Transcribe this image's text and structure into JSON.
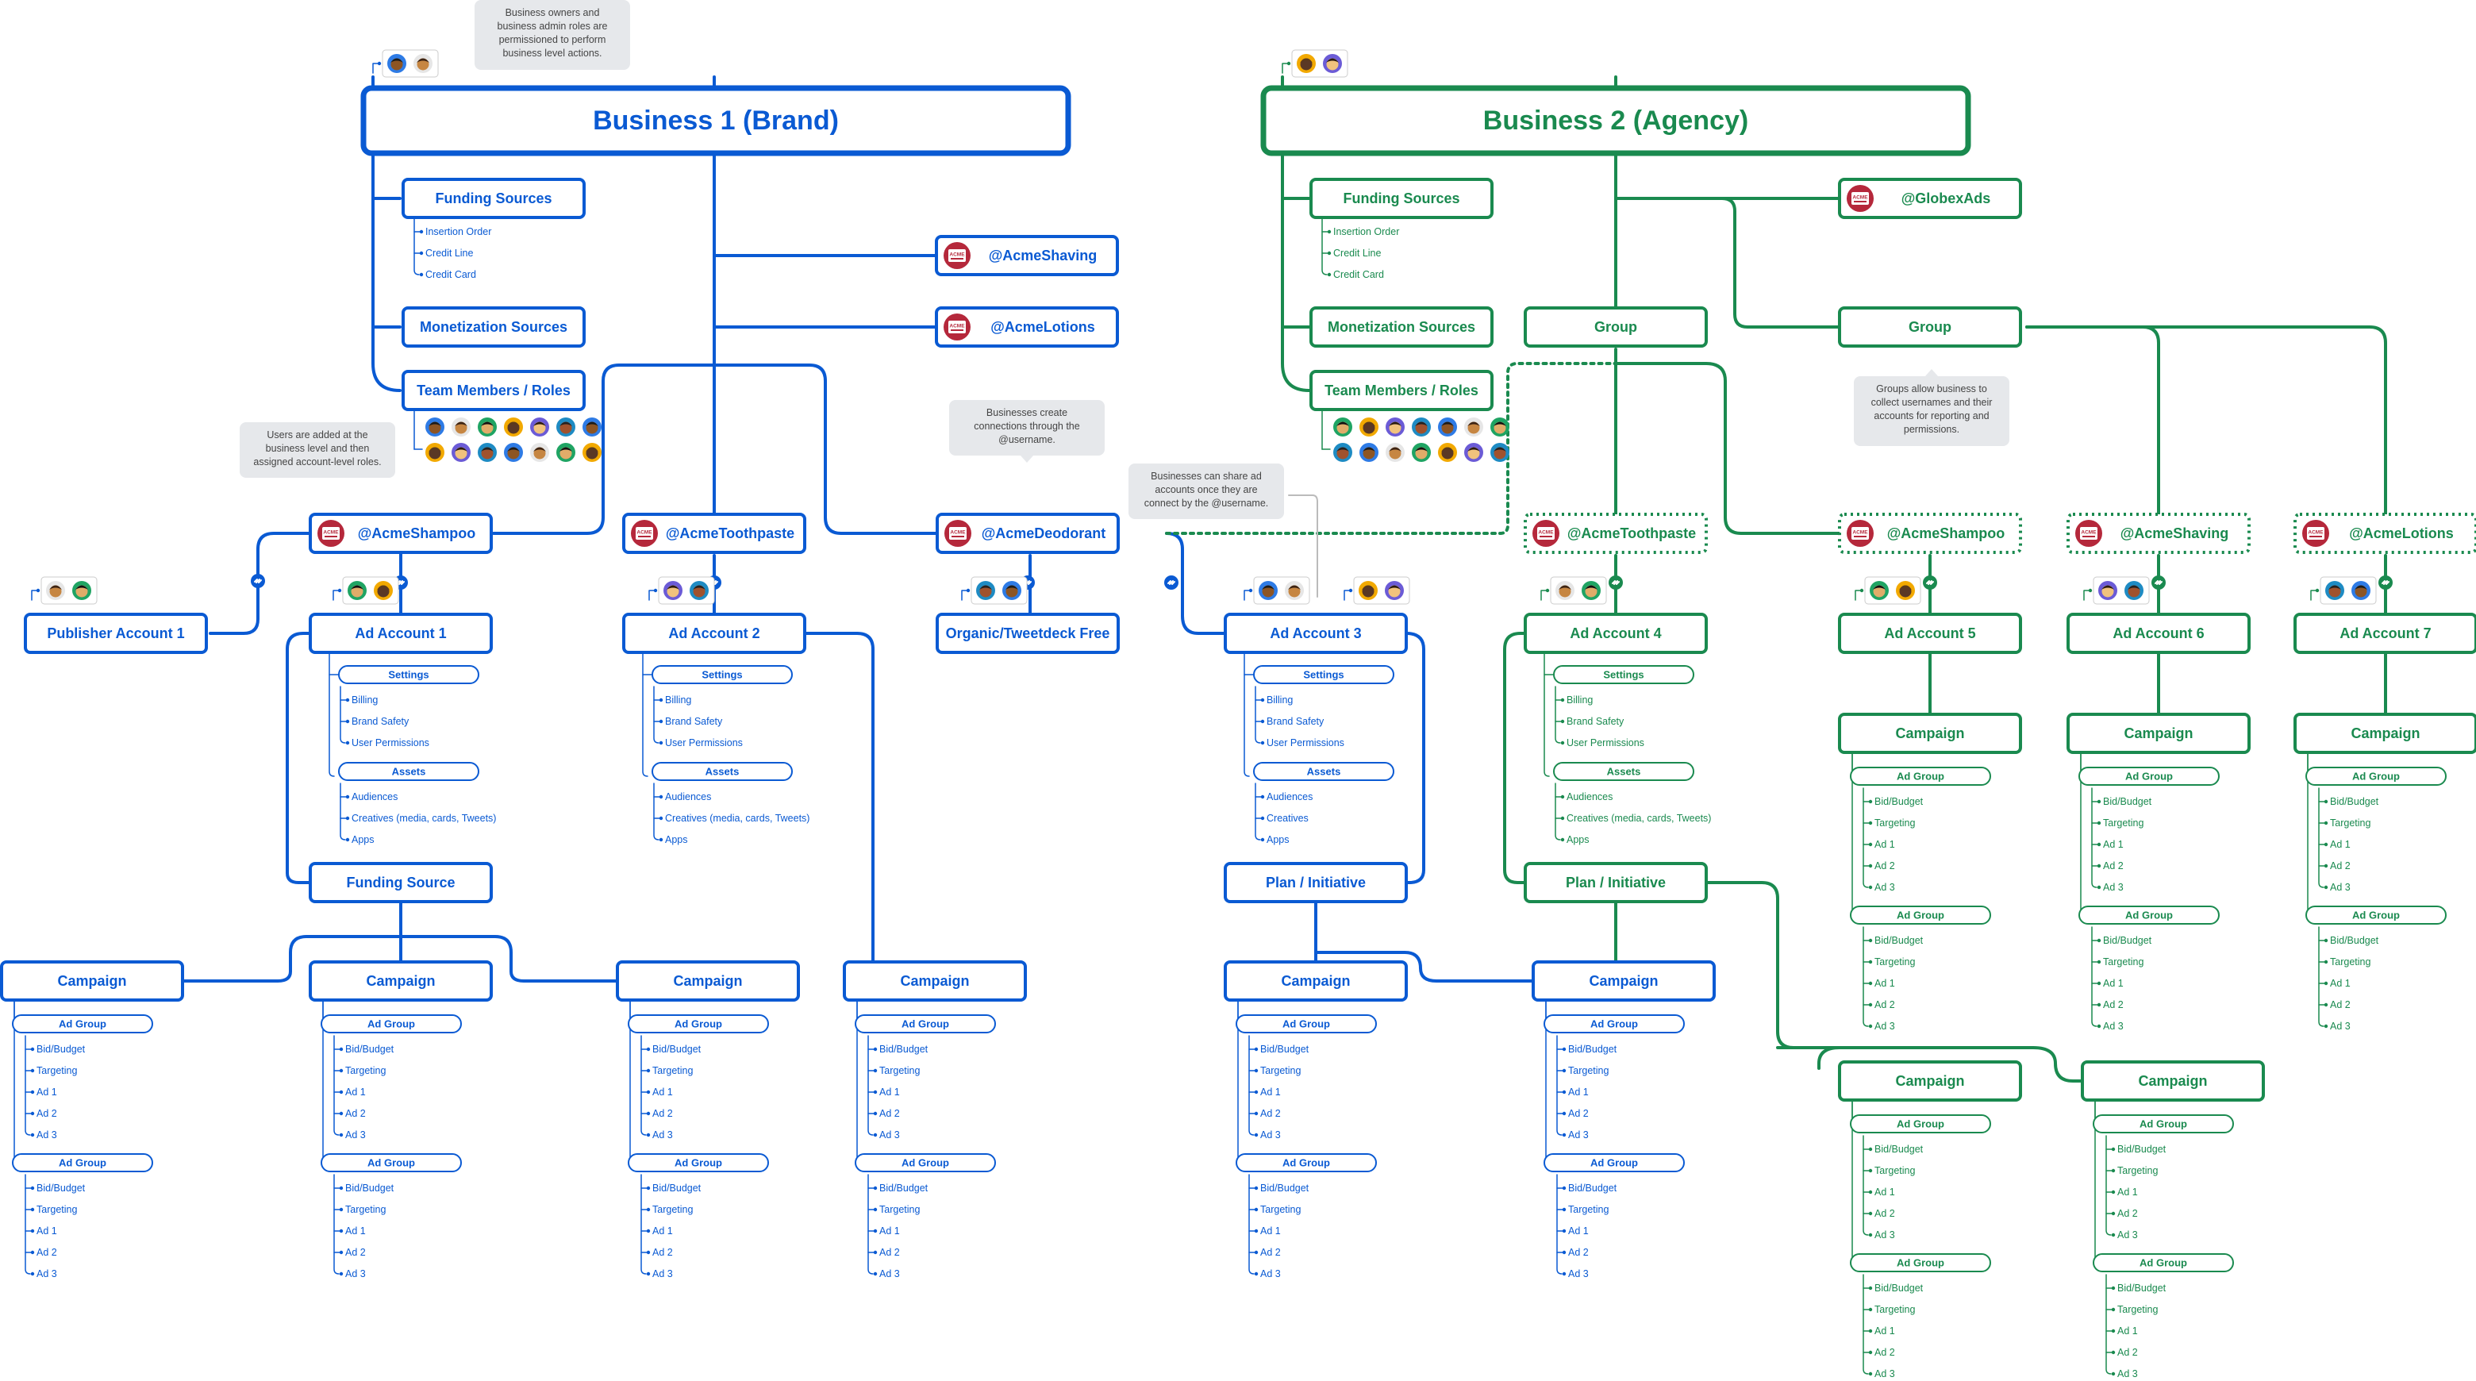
{
  "colors": {
    "blue": "#0a5ad3",
    "green": "#1a8a4f",
    "acme_red": "#b5283b",
    "note_bg": "#e6e8eb"
  },
  "businesses": {
    "b1": {
      "title": "Business 1 (Brand)"
    },
    "b2": {
      "title": "Business 2 (Agency)"
    }
  },
  "sources": {
    "funding": "Funding Sources",
    "funding_items": [
      "Insertion Order",
      "Credit Line",
      "Credit Card"
    ],
    "monetization": "Monetization Sources",
    "team": "Team Members / Roles"
  },
  "handles": {
    "shaving": "@AcmeShaving",
    "lotions": "@AcmeLotions",
    "shampoo": "@AcmeShampoo",
    "toothpaste": "@AcmeToothpaste",
    "deodorant": "@AcmeDeodorant",
    "globex": "@GlobexAds"
  },
  "accounts": {
    "publisher1": "Publisher Account 1",
    "ad1": "Ad Account 1",
    "ad2": "Ad Account 2",
    "organic": "Organic/Tweetdeck Free",
    "ad3": "Ad Account 3",
    "ad4": "Ad Account 4",
    "ad5": "Ad Account 5",
    "ad6": "Ad Account 6",
    "ad7": "Ad Account 7"
  },
  "labels": {
    "group": "Group",
    "settings": "Settings",
    "settings_items": [
      "Billing",
      "Brand Safety",
      "User Permissions"
    ],
    "assets": "Assets",
    "assets_items_full": [
      "Audiences",
      "Creatives (media, cards, Tweets)",
      "Apps"
    ],
    "assets_items_short": [
      "Audiences",
      "Creatives",
      "Apps"
    ],
    "funding_source": "Funding Source",
    "plan": "Plan / Initiative",
    "campaign": "Campaign",
    "ad_group": "Ad Group",
    "ad_group_items": [
      "Bid/Budget",
      "Targeting",
      "Ad 1",
      "Ad 2",
      "Ad 3"
    ],
    "acme_logo": "ACME"
  },
  "notes": {
    "owners": "Business owners and\nbusiness admin roles are\npermissioned to perform\nbusiness level actions.",
    "users": "Users are added at the\nbusiness level and then\nassigned account-level roles.",
    "connections": "Businesses create\nconnections through the\n@username.",
    "share": "Businesses can share ad\naccounts once they are\nconnect by the @username.",
    "groups": "Groups allow business to\ncollect usernames and their\naccounts for reporting and\npermissions."
  }
}
